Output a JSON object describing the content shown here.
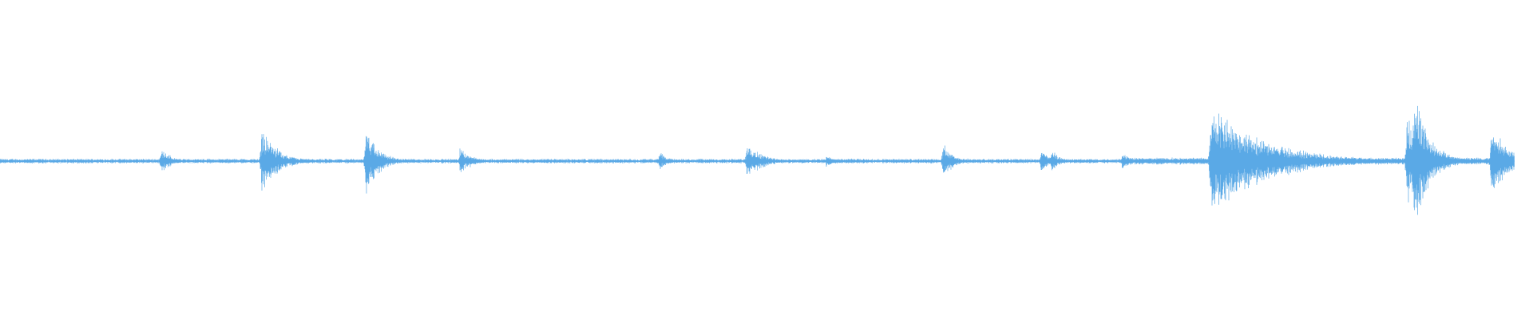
{
  "waveform": {
    "color": "#5aa9e6",
    "background": "#ffffff",
    "duration_fraction_drawn": 0.988,
    "baseline_noise": 0.012,
    "events": [
      {
        "t": 0.105,
        "amp": 0.1,
        "decay": 0.006
      },
      {
        "t": 0.1705,
        "amp": 0.24,
        "decay": 0.01
      },
      {
        "t": 0.2385,
        "amp": 0.25,
        "decay": 0.008
      },
      {
        "t": 0.3,
        "amp": 0.09,
        "decay": 0.008
      },
      {
        "t": 0.43,
        "amp": 0.07,
        "decay": 0.005
      },
      {
        "t": 0.487,
        "amp": 0.13,
        "decay": 0.01
      },
      {
        "t": 0.539,
        "amp": 0.04,
        "decay": 0.006
      },
      {
        "t": 0.615,
        "amp": 0.14,
        "decay": 0.006
      },
      {
        "t": 0.679,
        "amp": 0.09,
        "decay": 0.005
      },
      {
        "t": 0.686,
        "amp": 0.1,
        "decay": 0.004
      },
      {
        "t": 0.732,
        "amp": 0.06,
        "decay": 0.008
      },
      {
        "t": 0.7895,
        "amp": 0.38,
        "decay": 0.035
      },
      {
        "t": 0.856,
        "amp": 0.05,
        "decay": 0.004
      },
      {
        "t": 0.9175,
        "amp": 0.3,
        "decay": 0.012
      },
      {
        "t": 0.922,
        "amp": 0.52,
        "decay": 0.01
      },
      {
        "t": 0.932,
        "amp": 0.08,
        "decay": 0.006
      },
      {
        "t": 0.9725,
        "amp": 0.26,
        "decay": 0.012
      }
    ],
    "noise_region": {
      "start": 0.74,
      "end": 0.99,
      "level": 0.018
    }
  }
}
